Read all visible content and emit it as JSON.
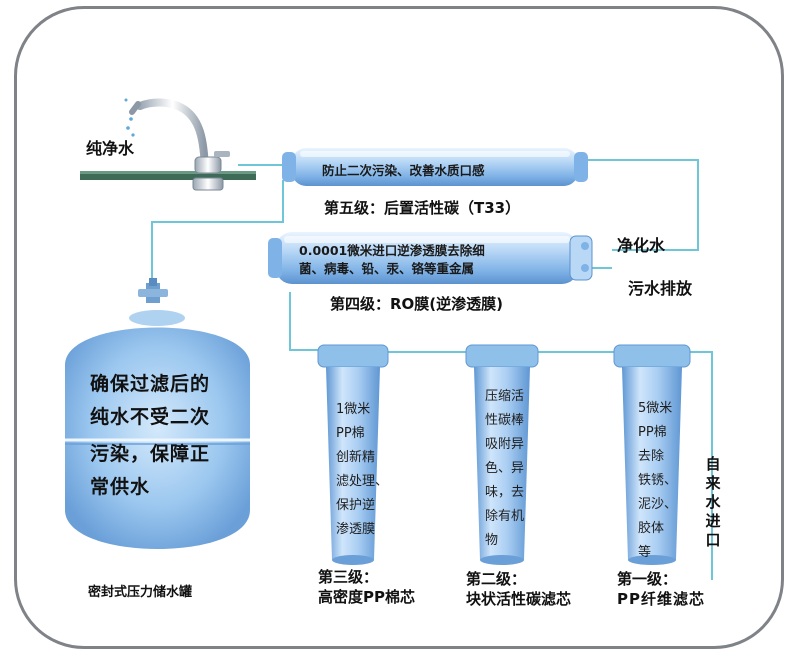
{
  "labels": {
    "pure_water": "纯净水",
    "clean_water": "净化水",
    "waste_water": "污水排放",
    "tap_inlet": "自来水进口",
    "tank_name": "密封式压力储水罐"
  },
  "stage5": {
    "tube_text": "防止二次污染、改善水质口感",
    "title": "第五级：后置活性碳（T33）"
  },
  "stage4": {
    "tube_line1": "0.0001微米进口逆渗透膜去除细",
    "tube_line2": "菌、病毒、铅、汞、铬等重金属",
    "title": "第四级：RO膜(逆渗透膜)"
  },
  "stage3": {
    "desc_lines": [
      "1微米",
      "PP棉",
      "创新精",
      "滤处理、",
      "保护逆",
      "渗透膜"
    ],
    "title_line1": "第三级：",
    "title_line2": "高密度PP棉芯"
  },
  "stage2": {
    "desc_lines": [
      "压缩活",
      "性碳棒",
      "吸附异",
      "色、异",
      "味，去",
      "除有机",
      "物"
    ],
    "title_line1": "第二级：",
    "title_line2": "块状活性碳滤芯"
  },
  "stage1": {
    "desc_lines": [
      "5微米",
      "PP棉",
      "去除",
      "铁锈、",
      "泥沙、",
      "胶体",
      "等"
    ],
    "title_line1": "第一级：",
    "title_line2": "PP纤维滤芯"
  },
  "tank": {
    "lines": [
      "确保过滤后的",
      "纯水不受二次",
      "污染，保障正",
      "常供水"
    ]
  },
  "colors": {
    "frame": "#7f8287",
    "pipe": "#6fc6d8",
    "filter_blue": "#8fc0ea",
    "counter": "#3e6b57"
  }
}
